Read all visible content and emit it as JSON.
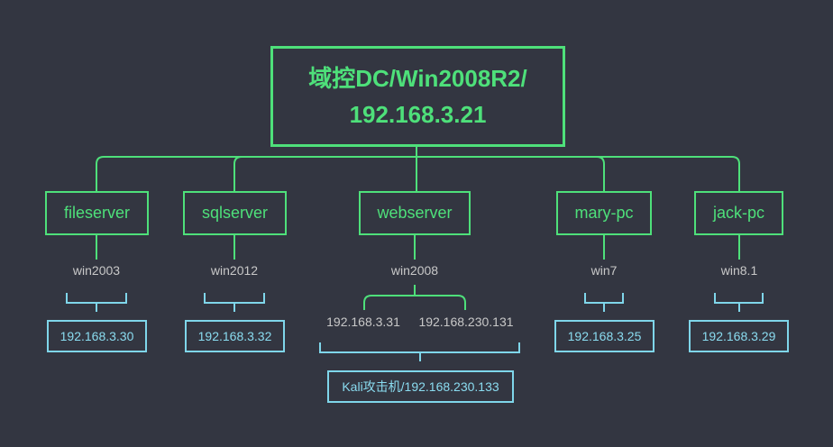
{
  "root": {
    "line1": "域控DC/Win2008R2/",
    "line2": "192.168.3.21"
  },
  "hosts": [
    {
      "name": "fileserver",
      "os": "win2003",
      "ips": [
        "192.168.3.30"
      ]
    },
    {
      "name": "sqlserver",
      "os": "win2012",
      "ips": [
        "192.168.3.32"
      ]
    },
    {
      "name": "webserver",
      "os": "win2008",
      "ips": [
        "192.168.3.31",
        "192.168.230.131"
      ],
      "attacker": "Kali攻击机/192.168.230.133"
    },
    {
      "name": "mary-pc",
      "os": "win7",
      "ips": [
        "192.168.3.25"
      ]
    },
    {
      "name": "jack-pc",
      "os": "win8.1",
      "ips": [
        "192.168.3.29"
      ]
    }
  ],
  "colors": {
    "background": "#333641",
    "green": "#4ee07a",
    "cyan": "#7fd6ea",
    "text": "#c8c8c8"
  }
}
